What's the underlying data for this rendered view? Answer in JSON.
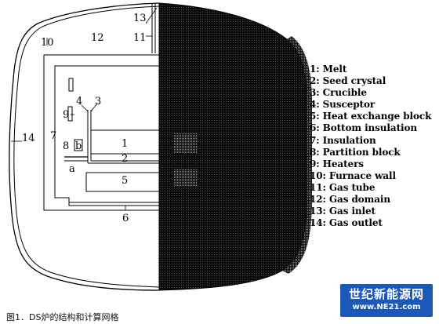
{
  "diagram": {
    "part_numbers": {
      "n1": "1",
      "n2": "2",
      "n3": "3",
      "n4": "4",
      "n5": "5",
      "n6": "6",
      "n7": "7",
      "n8": "8",
      "n9": "9",
      "n10": "10",
      "n11": "11",
      "n12": "12",
      "n13": "13",
      "n14": "14",
      "a": "a",
      "b": "b"
    },
    "legend": [
      "1: Melt",
      "2: Seed crystal",
      "3: Crucible",
      "4: Susceptor",
      "5: Heat exchange block",
      "6: Bottom insulation",
      "7: Insulation",
      "8: Partition block",
      "9: Heaters",
      "10: Furnace wall",
      "11: Gas tube",
      "12: Gas domain",
      "13: Gas inlet",
      "14: Gas outlet"
    ]
  },
  "caption": "图1．DS炉的结构和计算网格",
  "watermark": {
    "title": "世纪新能源网",
    "url": "www.NE21.com"
  },
  "colors": {
    "mesh": "#0b0b0b",
    "line": "#000000",
    "logo_bg": "#1c58b8"
  }
}
